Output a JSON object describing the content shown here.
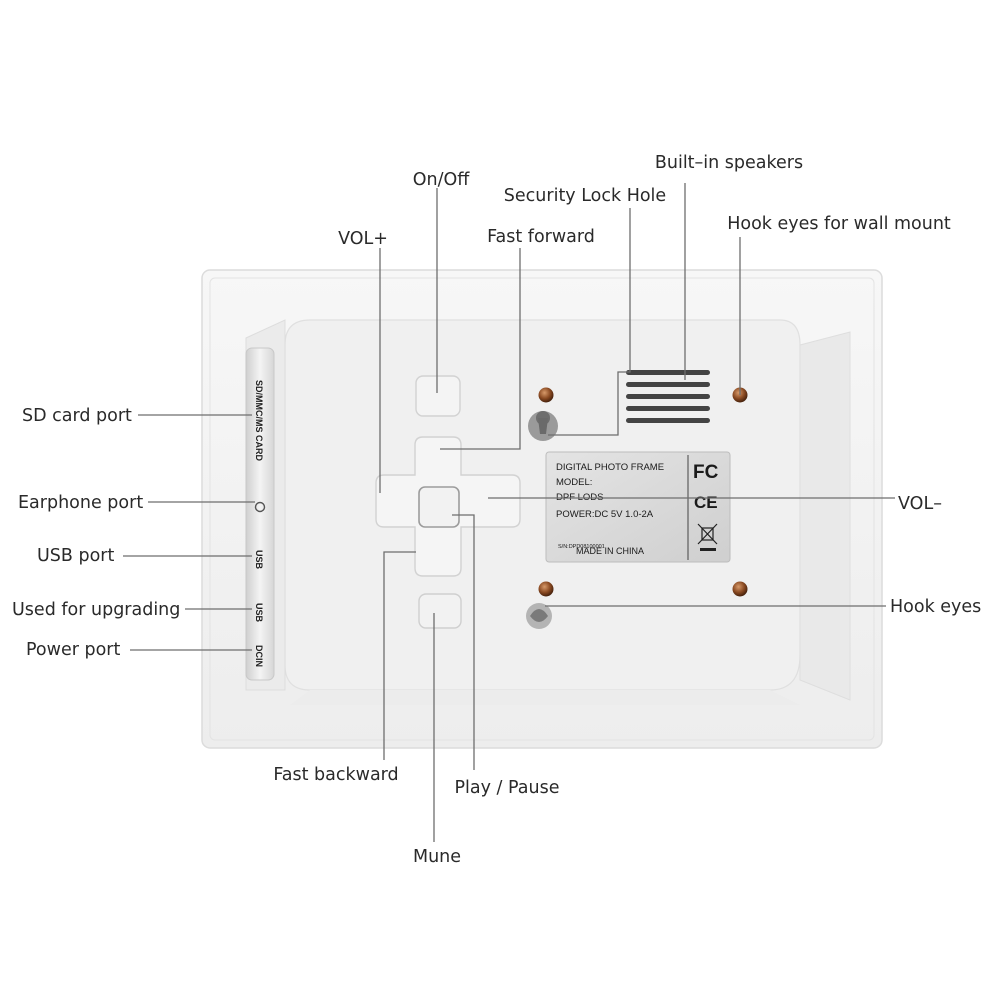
{
  "labels": {
    "on_off": "On/Off",
    "built_in_speakers": "Built–in speakers",
    "security_lock_hole": "Security Lock Hole",
    "vol_plus": "VOL+",
    "fast_forward": "Fast forward",
    "hook_eyes_wall": "Hook eyes for wall mount",
    "sd_card_port": "SD card port",
    "earphone_port": "Earphone port",
    "usb_port": "USB port",
    "used_for_upgrading": "Used for upgrading",
    "power_port": "Power port",
    "vol_minus": "VOL–",
    "hook_eyes": "Hook eyes",
    "fast_backward": "Fast backward",
    "play_pause": "Play / Pause",
    "mune": "Mune"
  },
  "side_ports": {
    "card": "SD/MMC/MS CARD",
    "usb1": "USB",
    "usb2": "USB",
    "dcin": "DCIN"
  },
  "rating_plate": {
    "title": "DIGITAL PHOTO FRAME",
    "model": "MODEL:",
    "model_value": "DPF LODS",
    "power": "POWER:DC  5V  1.0-2A",
    "serial": "S/N:DPD08100001",
    "origin": "MADE IN CHINA",
    "fc": "FC",
    "ce": "CE"
  }
}
